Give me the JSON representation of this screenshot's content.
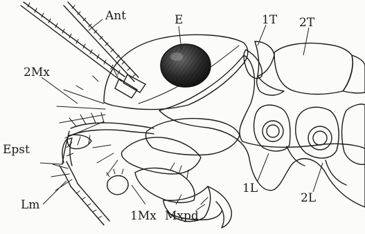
{
  "labels": {
    "ant": "Ant",
    "e": "E",
    "t1": "1T",
    "t2": "2T",
    "mx2": "2Mx",
    "epst": "Epst",
    "lm": "Lm",
    "mx1": "1Mx",
    "mxpd": "Mxpd",
    "l1": "1L",
    "l2": "2L"
  }
}
